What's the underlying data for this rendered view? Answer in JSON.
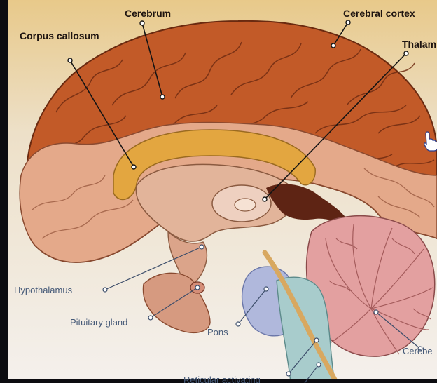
{
  "diagram": {
    "labels": {
      "corpus_callosum": "Corpus callosum",
      "cerebrum": "Cerebrum",
      "cerebral_cortex": "Cerebral cortex",
      "thalamus": "Thalam",
      "hypothalamus": "Hypothalamus",
      "pituitary_gland": "Pituitary gland",
      "pons": "Pons",
      "cerebellum": "Cerebe",
      "reticular_activating": "Reticular activating"
    },
    "colors": {
      "cortex": "#c25a28",
      "inner_brain": "#e0a080",
      "corpus_callosum": "#e3a640",
      "cerebellum": "#e3a0a0",
      "pons": "#b0b8dc",
      "brainstem": "#a8cccc",
      "background": "#f2ece6"
    },
    "cursor_icon": "hand-pointer-icon"
  }
}
